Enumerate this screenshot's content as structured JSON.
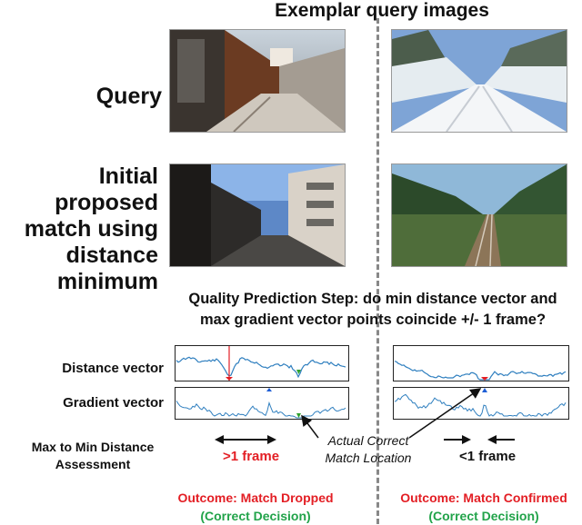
{
  "header": {
    "title": "Exemplar query images"
  },
  "rows": {
    "query_label": "Query",
    "initial_match_label": "Initial proposed match using distance minimum"
  },
  "question": {
    "line1": "Quality Prediction Step: do min distance vector and",
    "line2": "max gradient vector points coincide +/- 1 frame?"
  },
  "signals": {
    "distance_label": "Distance vector",
    "gradient_label": "Gradient vector"
  },
  "assessment": {
    "label_line1": "Max to Min Distance",
    "label_line2": "Assessment",
    "left_frame": ">1 frame",
    "right_frame": "<1 frame"
  },
  "annotation": {
    "line1": "Actual Correct",
    "line2": "Match Location"
  },
  "outcomes": {
    "left": {
      "line1": "Outcome: Match Dropped",
      "line2": "(Correct Decision)"
    },
    "right": {
      "line1": "Outcome: Match Confirmed",
      "line2": "(Correct Decision)"
    }
  },
  "colors": {
    "signal_line": "#2f7fbf",
    "min_marker": "#e31e24",
    "max_marker": "#1f5fd6",
    "ground_truth": "#2ca02c",
    "outcome_red": "#e31e24",
    "decision_green": "#22a34a"
  }
}
